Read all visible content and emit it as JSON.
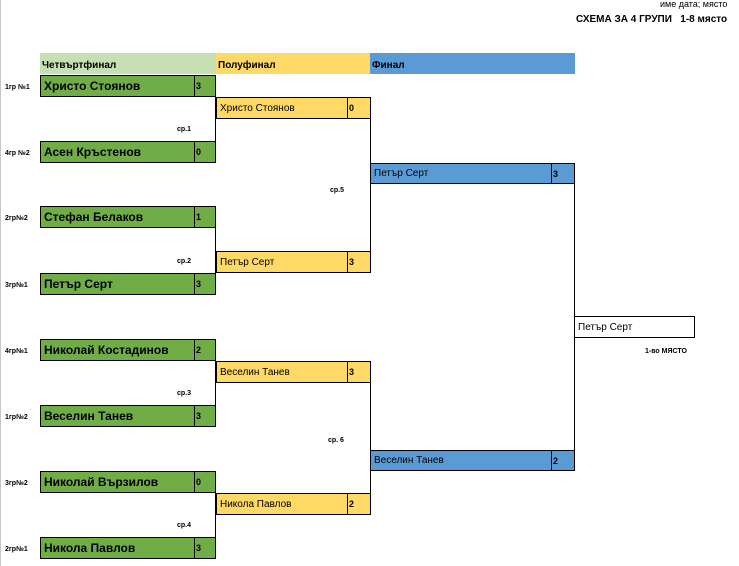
{
  "header": {
    "note": "име дата; място",
    "title": "СХЕМА ЗА 4 ГРУПИ   1-8 място"
  },
  "stages": {
    "quarterfinal": "Четвъртфинал",
    "semifinal": "Полуфинал",
    "final": "Финал"
  },
  "quarterfinals": [
    {
      "seed": "1гр №1",
      "name": "Христо Стоянов",
      "score": "3"
    },
    {
      "seed": "4гр №2",
      "name": "Асен Кръстенов",
      "score": "0"
    },
    {
      "seed": "2гр№2",
      "name": "Стефан Белаков",
      "score": "1"
    },
    {
      "seed": "3гр№1",
      "name": "Петър Серт",
      "score": "3"
    },
    {
      "seed": "4гр№1",
      "name": "Николай Костадинов",
      "score": "2"
    },
    {
      "seed": "1гр№2",
      "name": "Веселин Танев",
      "score": "3"
    },
    {
      "seed": "3гр№2",
      "name": "Николай Въpзилов",
      "score": "0"
    },
    {
      "seed": "2гр№1",
      "name": "Никола Павлов",
      "score": "3"
    }
  ],
  "semifinals": [
    {
      "name": "Христо Стоянов",
      "score": "0"
    },
    {
      "name": "Петър Серт",
      "score": "3"
    },
    {
      "name": "Веселин Танев",
      "score": "3"
    },
    {
      "name": "Никола Павлов",
      "score": "2"
    }
  ],
  "finals": [
    {
      "name": "Петър Серт",
      "score": "3"
    },
    {
      "name": "Веселин Танев",
      "score": "2"
    }
  ],
  "winner": {
    "name": "Петър Серт",
    "place": "1-во МЯСТО"
  },
  "matches": [
    "ср.1",
    "ср.2",
    "ср.3",
    "ср.4",
    "ср.5",
    "ср. 6"
  ],
  "colors": {
    "quarterfinal": "#70ad47",
    "quarterfinal_header": "#c6e0b4",
    "semifinal": "#ffd966",
    "final": "#5b9bd5",
    "border": "#000000"
  }
}
